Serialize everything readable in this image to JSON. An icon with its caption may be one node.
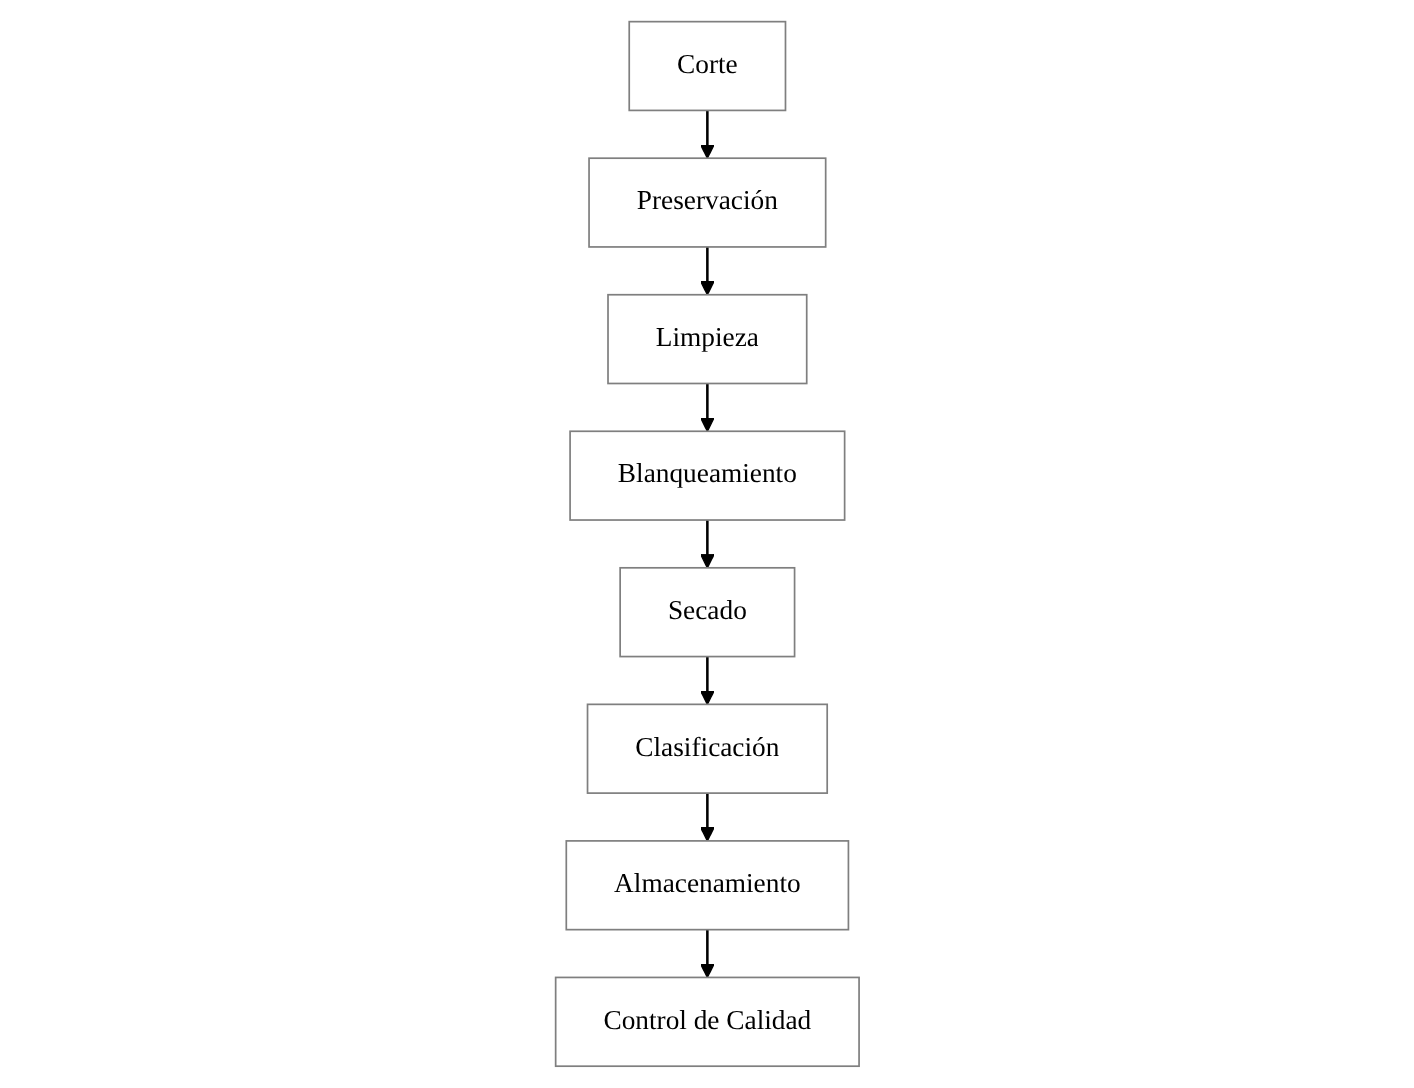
{
  "diagram": {
    "nodes": [
      {
        "text": [
          "Corte"
        ]
      },
      {
        "text": [
          "Preservación"
        ]
      },
      {
        "text": [
          "Limpieza"
        ]
      },
      {
        "text": [
          "Blanqueamiento"
        ]
      },
      {
        "text": [
          "Secado"
        ]
      },
      {
        "text": [
          "Clasificación"
        ]
      },
      {
        "text": [
          "Almacenamiento"
        ]
      },
      {
        "text": [
          "Control de Calidad"
        ]
      }
    ],
    "edges": [
      {
        "from": 0,
        "to": 1,
        "arrow": "to"
      },
      {
        "from": 1,
        "to": 2,
        "arrow": "to"
      },
      {
        "from": 2,
        "to": 3,
        "arrow": "to"
      },
      {
        "from": 3,
        "to": 4,
        "arrow": "to"
      },
      {
        "from": 4,
        "to": 5,
        "arrow": "to"
      },
      {
        "from": 5,
        "to": 6,
        "arrow": "to"
      },
      {
        "from": 6,
        "to": 7,
        "arrow": "to"
      }
    ]
  }
}
